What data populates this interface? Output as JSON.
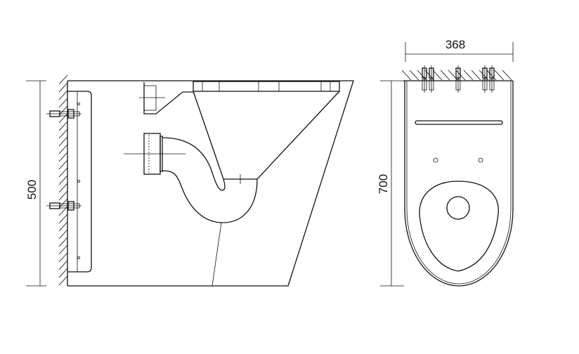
{
  "drawing": {
    "side_view": {
      "height_dimension": "500"
    },
    "top_view": {
      "width_dimension": "368",
      "depth_dimension": "700"
    },
    "colors": {
      "line": "#111111",
      "background": "#ffffff"
    }
  }
}
